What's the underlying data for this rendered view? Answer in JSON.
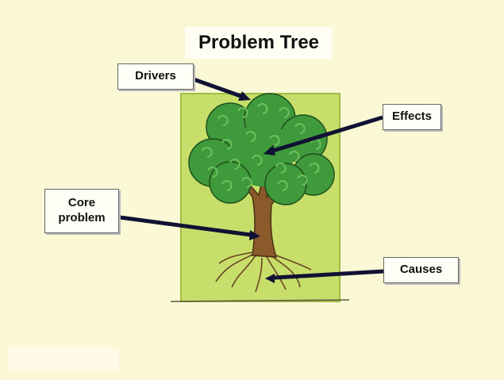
{
  "title": "Problem Tree",
  "labels": {
    "drivers": "Drivers",
    "effects": "Effects",
    "core_problem": "Core problem",
    "causes": "Causes"
  },
  "colors": {
    "background": "#fbf8d6",
    "panel": "#c7df6a",
    "foliage": "#3f9a3b",
    "foliage_light": "#6cc25c",
    "trunk": "#8a5a2b",
    "arrow": "#111133"
  },
  "icons": {
    "tree": "tree-illustration"
  }
}
